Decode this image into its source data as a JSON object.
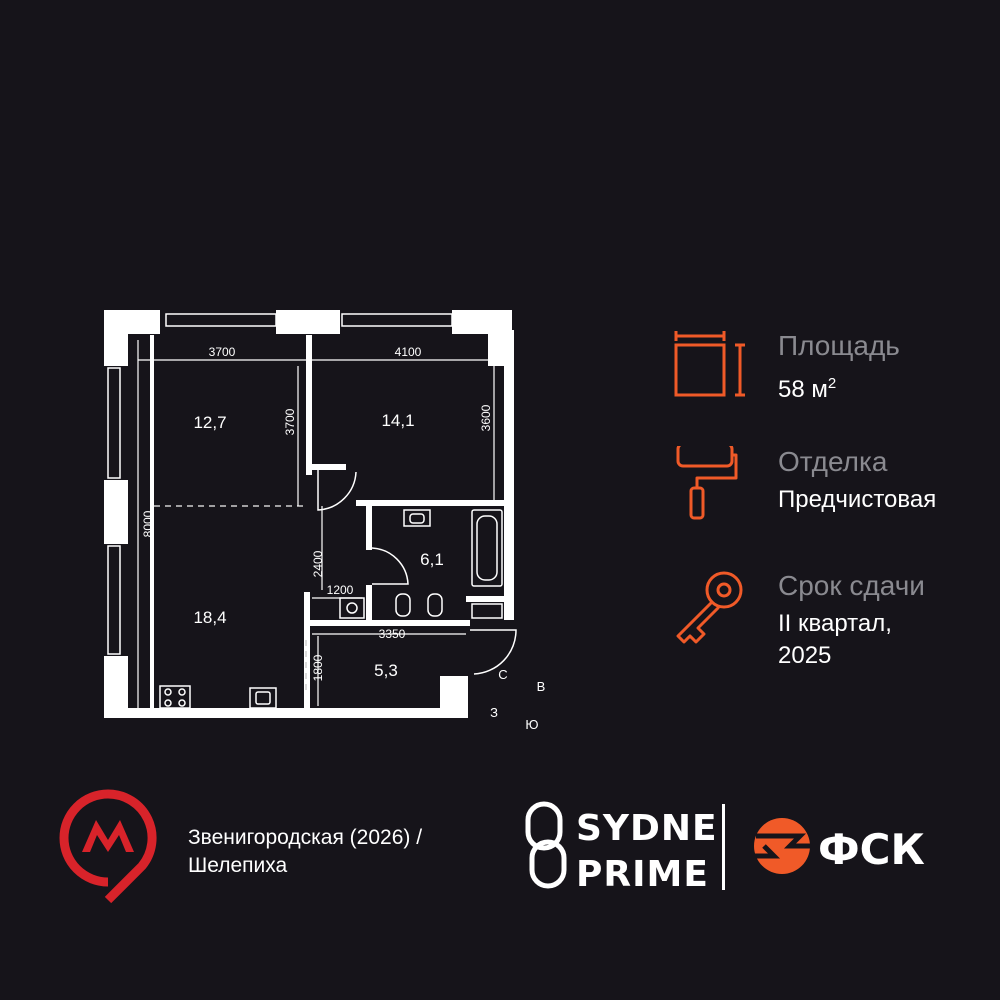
{
  "plan": {
    "rooms": [
      {
        "id": "bedroom-1",
        "area": "12,7"
      },
      {
        "id": "bedroom-2",
        "area": "14,1"
      },
      {
        "id": "living-kitchen",
        "area": "18,4"
      },
      {
        "id": "bathroom",
        "area": "6,1"
      },
      {
        "id": "hallway",
        "area": "5,3"
      }
    ],
    "dimensions": [
      "3700",
      "4100",
      "3700",
      "3600",
      "8000",
      "2400",
      "1200",
      "3350",
      "1800"
    ],
    "compass": {
      "north": "С",
      "east": "В",
      "west": "З",
      "south": "Ю"
    }
  },
  "info": {
    "area": {
      "title": "Площадь",
      "value": "58 м",
      "unit_power": "2"
    },
    "finishing": {
      "title": "Отделка",
      "value": "Предчистовая"
    },
    "delivery": {
      "title": "Срок сдачи",
      "value_line1": "II квартал,",
      "value_line2": "2025"
    }
  },
  "metro": {
    "stations": "Звенигородская (2026) / Шелепиха"
  },
  "brand": {
    "project_line1": "SYDNEY",
    "project_line2": "PRIME",
    "developer": "ФСК"
  },
  "colors": {
    "background": "#16141a",
    "accent": "#f05a28",
    "metro_red": "#d8232a",
    "text_muted": "#8a8a90"
  }
}
